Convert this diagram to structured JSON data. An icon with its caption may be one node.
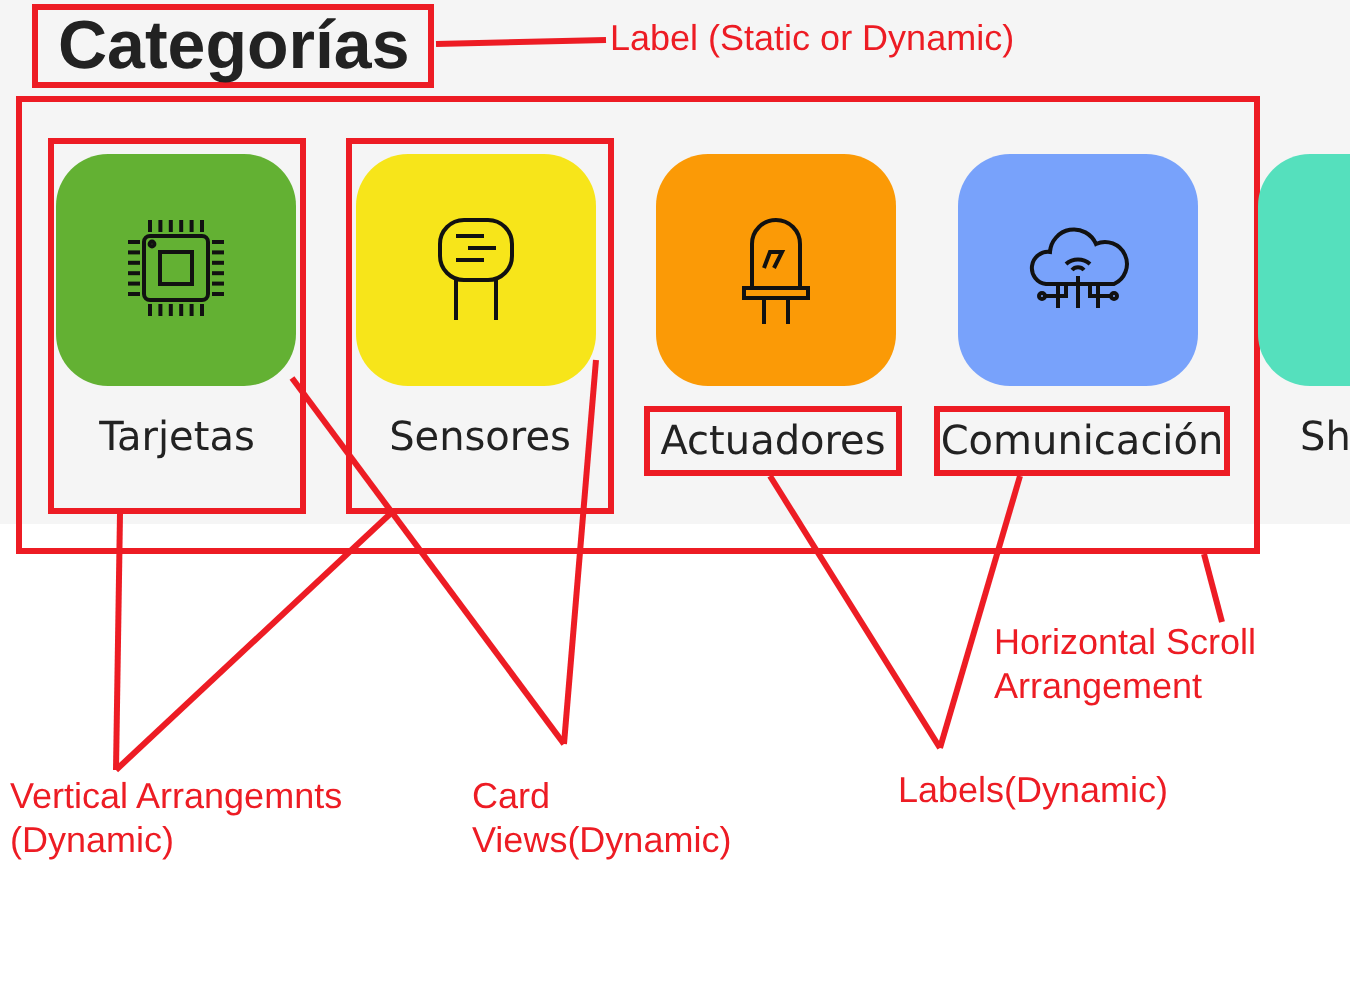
{
  "diagram": {
    "nodes": [
      {
        "text": [
          "Categorías"
        ]
      },
      {
        "text": [],
        "shape": "box"
      },
      {
        "text": [
          "Tarjetas"
        ],
        "in": 1
      },
      {
        "text": [],
        "shape": "picture",
        "in": 2
      },
      {
        "text": [
          "Sensores"
        ],
        "in": 1
      },
      {
        "text": [],
        "shape": "picture",
        "in": 4
      },
      {
        "text": [],
        "shape": "picture",
        "in": 1
      },
      {
        "text": [
          "Actuadores"
        ],
        "in": 1
      },
      {
        "text": [],
        "shape": "picture",
        "in": 1
      },
      {
        "text": [
          "Comunicación"
        ],
        "in": 1
      },
      {
        "text": [],
        "shape": "box"
      },
      {
        "text": [
          "Label (Static or Dynamic)"
        ]
      },
      {
        "text": [
          "Horizontal Scroll Arrangement"
        ]
      },
      {
        "text": [
          "Vertical Arrangemnts (Dynamic)"
        ]
      },
      {
        "text": [
          "Card Views(Dynamic)"
        ]
      },
      {
        "text": [
          "Labels(Dynamic)"
        ]
      }
    ],
    "edges": [
      {
        "from": 11,
        "to": 0,
        "arrow": "none"
      },
      {
        "from": 12,
        "to": 1,
        "arrow": "none"
      },
      {
        "from": 13,
        "to": 2,
        "arrow": "none"
      },
      {
        "from": 13,
        "to": 4,
        "arrow": "none"
      },
      {
        "from": 14,
        "to": 3,
        "arrow": "none"
      },
      {
        "from": 14,
        "to": 5,
        "arrow": "none"
      },
      {
        "from": 15,
        "to": 7,
        "arrow": "none"
      },
      {
        "from": 15,
        "to": 9,
        "arrow": "none"
      }
    ],
    "labels": [
      "Sh"
    ]
  }
}
